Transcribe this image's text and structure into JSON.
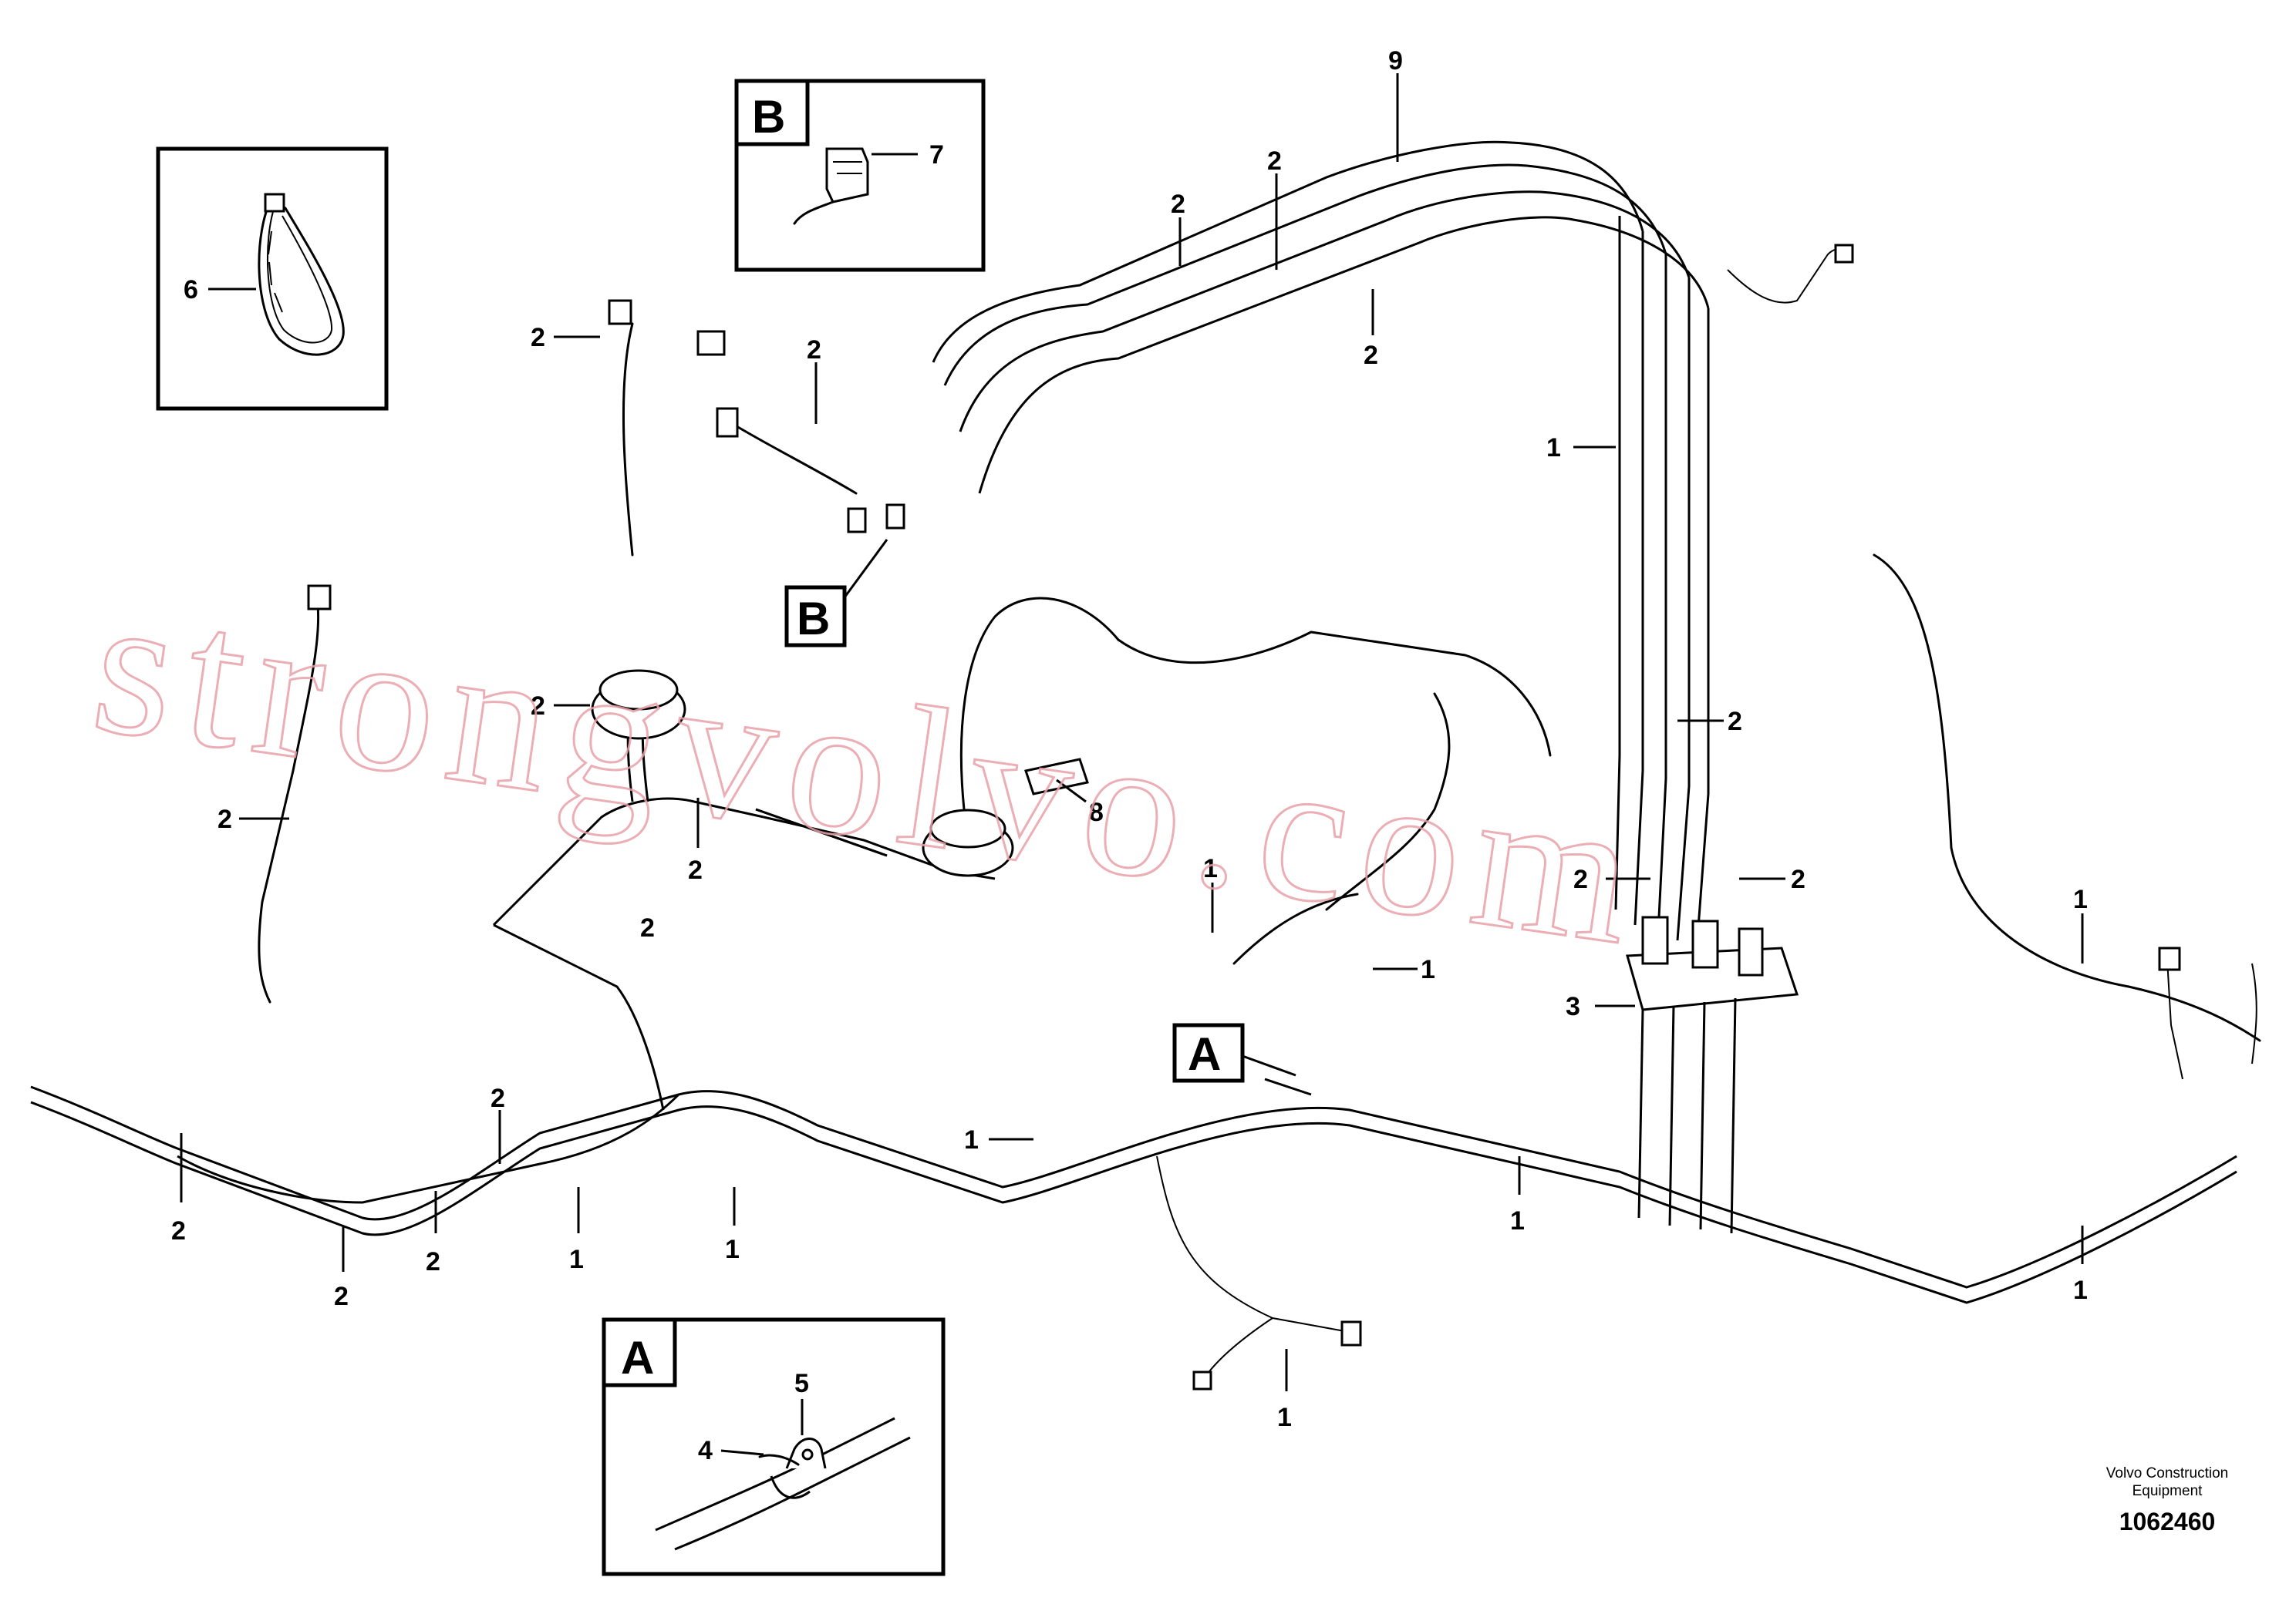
{
  "callouts": {
    "c1": "1",
    "c2": "2",
    "c3": "3",
    "c4": "4",
    "c5": "5",
    "c6": "6",
    "c7": "7",
    "c8": "8",
    "c9": "9"
  },
  "detail_views": {
    "a": "A",
    "b": "B"
  },
  "watermark": "strongvolvo.com",
  "footer": {
    "brand_line1": "Volvo Construction",
    "brand_line2": "Equipment",
    "document_number": "1062460"
  }
}
